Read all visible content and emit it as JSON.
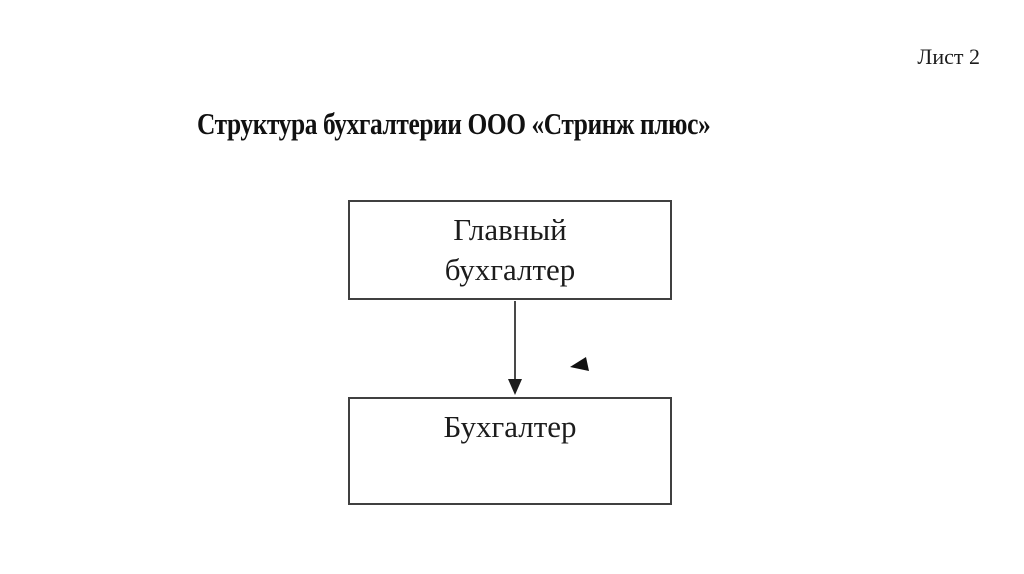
{
  "page": {
    "sheet_label": "Лист 2",
    "title": "Структура бухгалтерии ООО «Стринж плюс»"
  },
  "diagram": {
    "type": "org-chart",
    "nodes": [
      {
        "id": "chief-accountant",
        "label": "Главный бухгалтер",
        "lines": [
          "Главный",
          "бухгалтер"
        ]
      },
      {
        "id": "accountant",
        "label": "Бухгалтер",
        "lines": [
          "Бухгалтер"
        ]
      }
    ],
    "edges": [
      {
        "from": "chief-accountant",
        "to": "accountant",
        "style": "straight-down-arrow"
      }
    ],
    "annotations": [
      {
        "id": "stray-triangle-marker",
        "shape": "filled-triangle-pointing-left"
      }
    ],
    "colors": {
      "background": "#ffffff",
      "box_border": "#404040",
      "text": "#1c1c1c",
      "arrow": "#1c1c1c",
      "marker": "#111111"
    }
  }
}
